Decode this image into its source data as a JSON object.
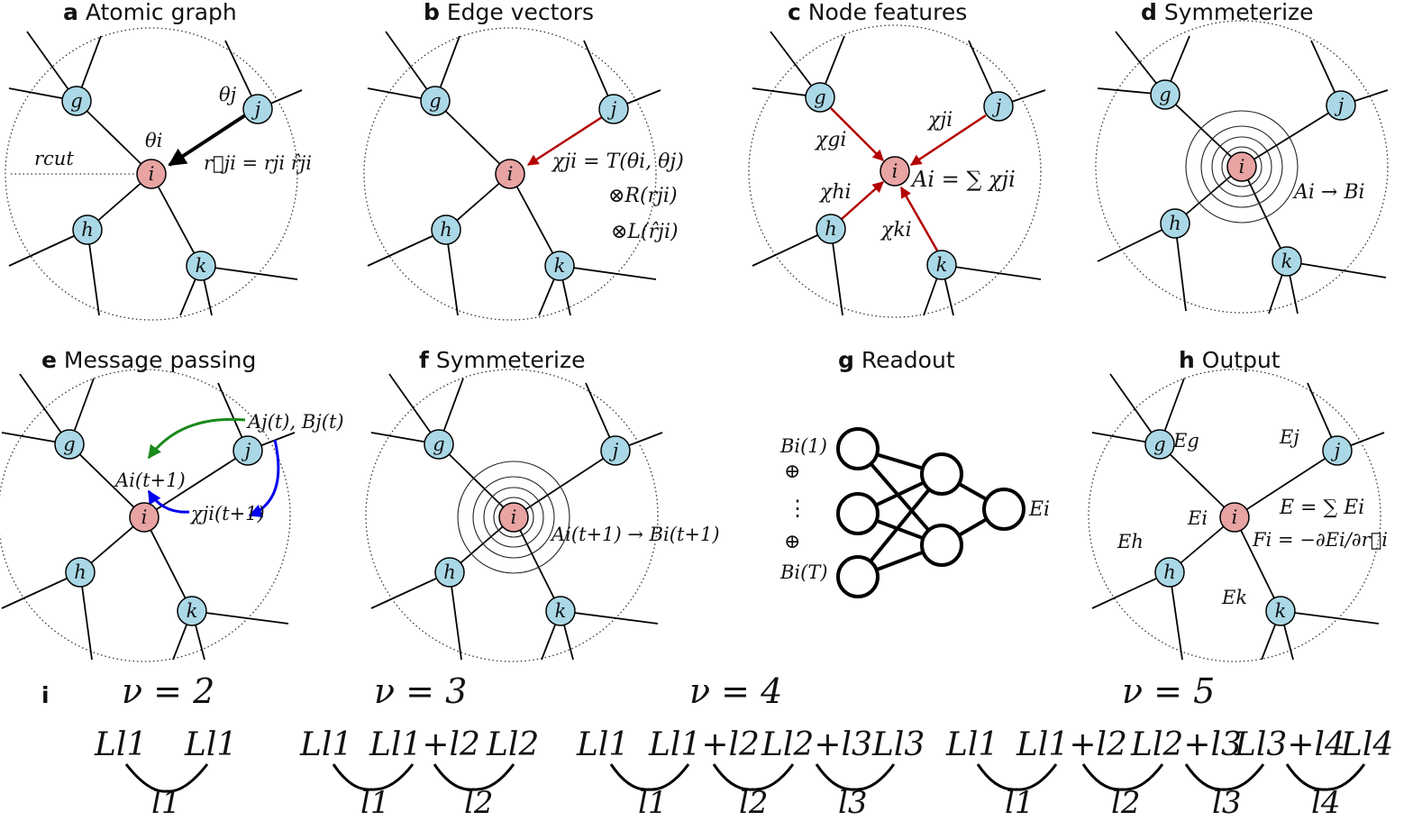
{
  "colors": {
    "neighbor_node": "#aad8e6",
    "center_node": "#e8a3a3",
    "red_arrow": "#b30000",
    "green_arrow": "#1b8a1b",
    "blue_arrow": "#0000ee"
  },
  "panels": {
    "a": {
      "letter": "a",
      "title": "Atomic graph"
    },
    "b": {
      "letter": "b",
      "title": "Edge vectors"
    },
    "c": {
      "letter": "c",
      "title": "Node features"
    },
    "d": {
      "letter": "d",
      "title": "Symmeterize"
    },
    "e": {
      "letter": "e",
      "title": "Message passing"
    },
    "f": {
      "letter": "f",
      "title": "Symmeterize"
    },
    "g": {
      "letter": "g",
      "title": "Readout"
    },
    "h": {
      "letter": "h",
      "title": "Output"
    },
    "i": {
      "letter": "i"
    }
  },
  "node_labels": {
    "i": "i",
    "j": "j",
    "g": "g",
    "h": "h",
    "k": "k"
  },
  "annotations": {
    "a": {
      "theta_j": "θj",
      "theta_i": "θi",
      "r_cut": "rcut",
      "r_vec": "r⃗ji = rji r̂ji"
    },
    "b": {
      "line1": "χji = T(θi, θj)",
      "line2": "⊗R(rji)",
      "line3": "⊗L(r̂ji)"
    },
    "c": {
      "chi_gi": "χgi",
      "chi_ji": "χji",
      "chi_hi": "χhi",
      "chi_ki": "χki",
      "sum": "Ai = ∑ χji"
    },
    "d": {
      "map": "Ai → Bi"
    },
    "e": {
      "Aj_Bj": "Aj(t), Bj(t)",
      "Ai": "Ai(t+1)",
      "chi": "χji(t+1)"
    },
    "f": {
      "map": "Ai(t+1) → Bi(t+1)"
    },
    "g": {
      "B1": "Bi(1)",
      "oplus": "⊕",
      "dots": "⋮",
      "BT": "Bi(T)",
      "Ei": "Ei"
    },
    "h": {
      "Eg": "Eg",
      "Ej": "Ej",
      "Ei": "Ei",
      "Eh": "Eh",
      "Ek": "Ek",
      "E_sum": "E = ∑ Ei",
      "F": "Fi = −∂Ei/∂r⃗i"
    }
  },
  "couplings": [
    {
      "nu": "ν = 2",
      "L": [
        "Ll1",
        "Ll1"
      ],
      "l": [
        "l1"
      ]
    },
    {
      "nu": "ν = 3",
      "L": [
        "Ll1",
        "Ll1+l2",
        "Ll2"
      ],
      "l": [
        "l1",
        "l2"
      ]
    },
    {
      "nu": "ν = 4",
      "L": [
        "Ll1",
        "Ll1+l2",
        "Ll2+l3",
        "Ll3"
      ],
      "l": [
        "l1",
        "l2",
        "l3"
      ]
    },
    {
      "nu": "ν = 5",
      "L": [
        "Ll1",
        "Ll1+l2",
        "Ll2+l3",
        "Ll3+l4",
        "Ll4"
      ],
      "l": [
        "l1",
        "l2",
        "l3",
        "l4"
      ]
    }
  ]
}
